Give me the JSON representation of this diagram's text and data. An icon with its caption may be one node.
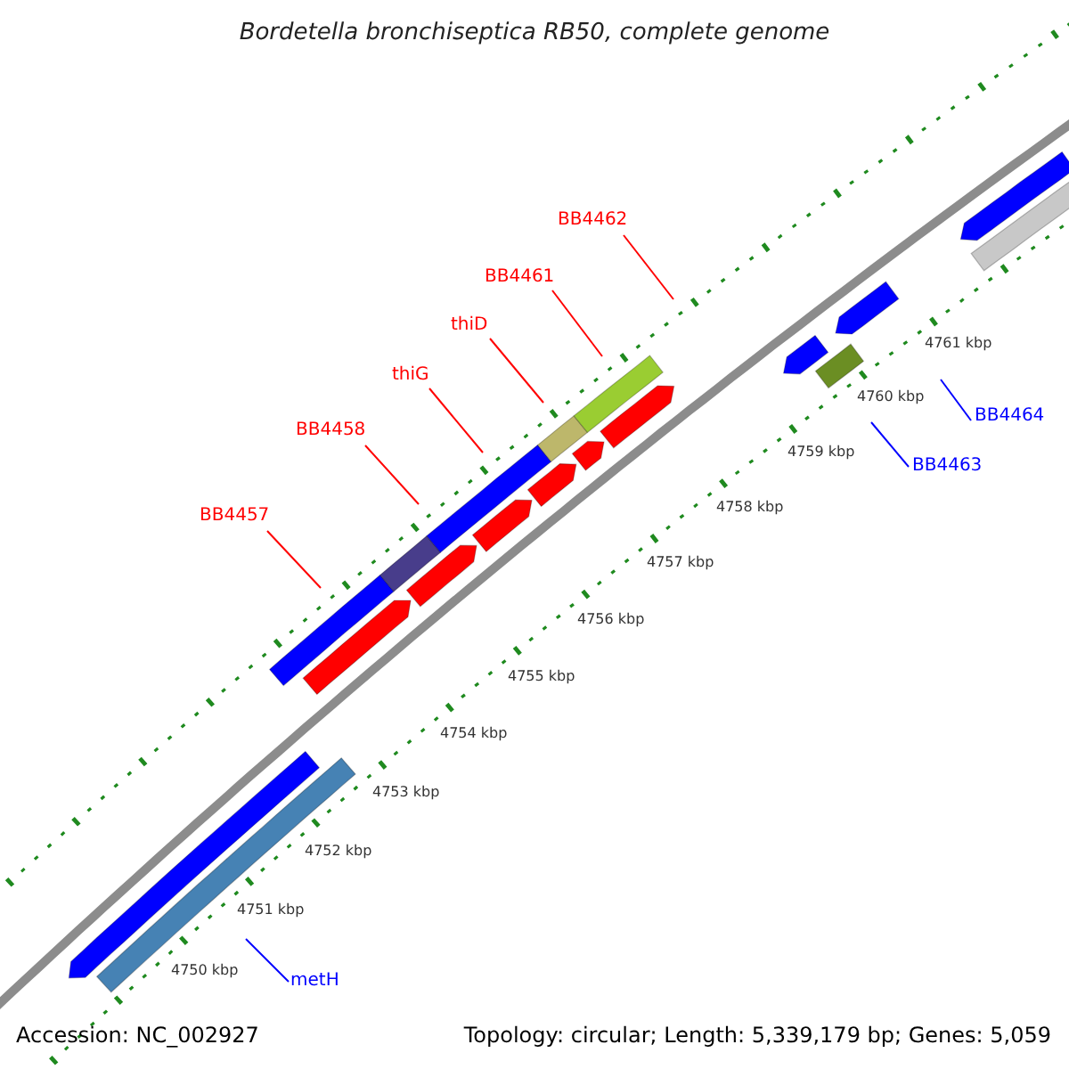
{
  "diagram": {
    "title": "Bordetella bronchiseptica RB50, complete genome",
    "nodes": [
      {
        "text": [
          "BB4462"
        ]
      },
      {
        "text": [
          "BB4461"
        ]
      },
      {
        "text": [
          "thiD"
        ]
      },
      {
        "text": [
          "thiG"
        ]
      },
      {
        "text": [
          "BB4464"
        ]
      },
      {
        "text": [
          "BB4458"
        ]
      },
      {
        "text": [
          "BB4463"
        ]
      },
      {
        "text": [
          "BB4457"
        ]
      },
      {
        "text": [
          "metH"
        ]
      }
    ],
    "edges": [
      {
        "from": 0,
        "to": null,
        "arrow": "none"
      },
      {
        "from": 1,
        "to": null,
        "arrow": "none"
      },
      {
        "from": 2,
        "to": null,
        "arrow": "none"
      },
      {
        "from": 3,
        "to": null,
        "arrow": "none"
      },
      {
        "from": 4,
        "to": null,
        "arrow": "none",
        "color": "#0000ff"
      },
      {
        "from": 5,
        "to": null,
        "arrow": "none"
      },
      {
        "from": 6,
        "to": null,
        "arrow": "none",
        "color": "#0000ff"
      },
      {
        "from": 7,
        "to": null,
        "arrow": "none"
      },
      {
        "from": 8,
        "to": null,
        "arrow": "none",
        "color": "#0000ff"
      }
    ],
    "labels": [
      "4761 kbp",
      "4760 kbp",
      "4759 kbp",
      "4758 kbp",
      "4757 kbp",
      "4756 kbp",
      "4755 kbp",
      "4754 kbp",
      "4753 kbp",
      "4752 kbp",
      "4751 kbp",
      "4750 kbp",
      "Accession: NC_002927",
      "Topology: circular; Length: 5,339,179 bp; Genes: 5,059"
    ]
  }
}
